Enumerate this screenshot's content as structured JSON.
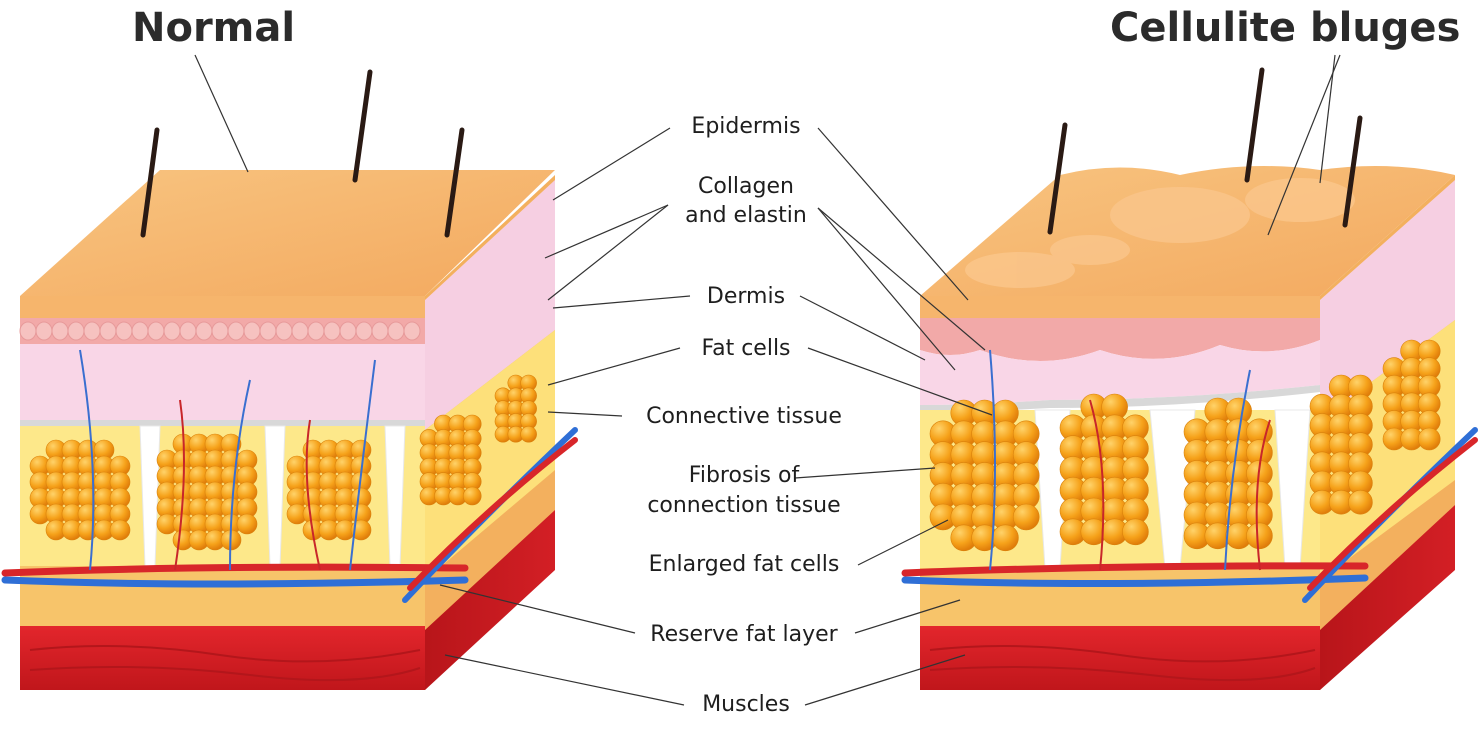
{
  "titles": {
    "normal": "Normal",
    "cellulite": "Cellulite bluges"
  },
  "labels": {
    "epidermis": "Epidermis",
    "collagen_line1": "Collagen",
    "collagen_line2": "and elastin",
    "dermis": "Dermis",
    "fat_cells": "Fat cells",
    "connective_tissue": "Connective tissue",
    "fibrosis_line1": "Fibrosis of",
    "fibrosis_line2": "connection tissue",
    "enlarged_fat_cells": "Enlarged fat cells",
    "reserve_fat_layer": "Reserve fat layer",
    "muscles": "Muscles"
  },
  "colors": {
    "epidermis_top": "#f7b870",
    "epidermis_side": "#f6c489",
    "dermis": "#f9d3e6",
    "collagen_band": "#f2a7a8",
    "fat_cell": "#f6a21a",
    "fat_background": "#fde88a",
    "connective_tissue": "#ffffff",
    "artery": "#d8262a",
    "vein": "#2f6fd6",
    "reserve_fat": "#f7c46a",
    "muscle": "#d81f26",
    "muscle_dark": "#a81418",
    "hair": "#2a1a14",
    "leader_line": "#333333"
  }
}
